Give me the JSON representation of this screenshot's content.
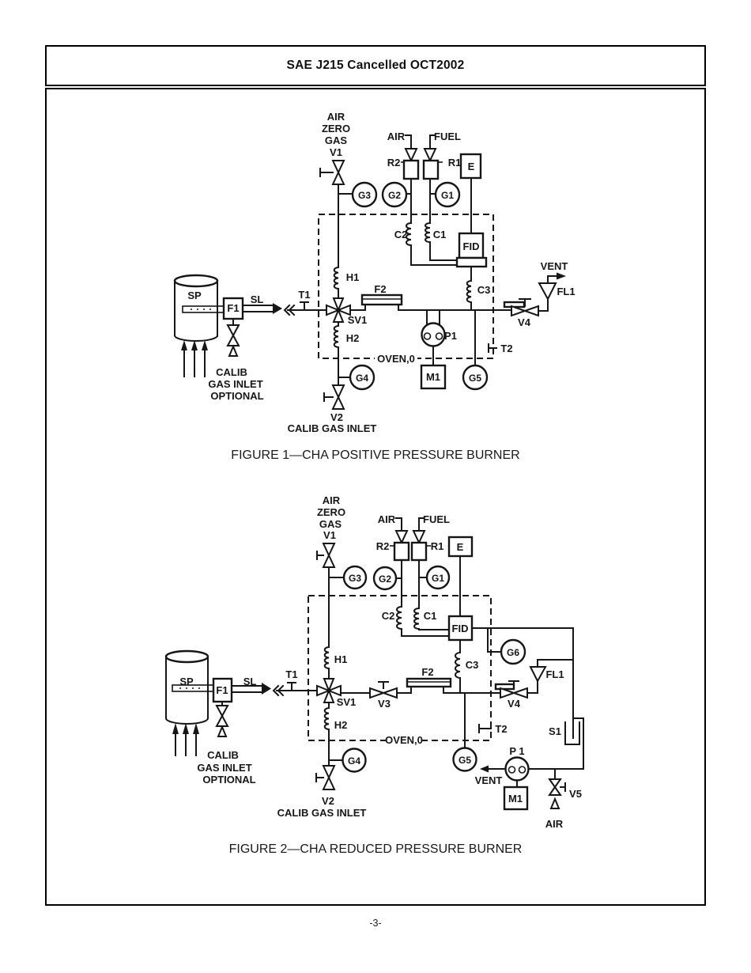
{
  "header": {
    "title": "SAE J215 Cancelled OCT2002"
  },
  "footer": {
    "page_number": "-3-"
  },
  "figure1": {
    "caption": "FIGURE 1—CHA POSITIVE PRESSURE BURNER",
    "labels": {
      "azg1": "AIR",
      "azg2": "ZERO",
      "azg3": "GAS",
      "v1": "V1",
      "air": "AIR",
      "fuel": "FUEL",
      "r2": "R2",
      "r1": "R1",
      "e": "E",
      "g3": "G3",
      "g2": "G2",
      "g1": "G1",
      "c2": "C2",
      "c1": "C1",
      "fid": "FID",
      "sp": "SP",
      "f1": "F1",
      "sl": "SL",
      "t1": "T1",
      "h1": "H1",
      "sv1": "SV1",
      "h2": "H2",
      "f2": "F2",
      "oven": "OVEN,0",
      "t2": "T2",
      "g4": "G4",
      "g5": "G5",
      "m1": "M1",
      "p1": "P1",
      "c3": "C3",
      "v2": "V2",
      "calib_gas_inlet": "CALIB GAS INLET",
      "calib": "CALIB",
      "gas_inlet": "GAS INLET",
      "optional": "OPTIONAL",
      "vent": "VENT",
      "fl1": "FL1",
      "v4": "V4"
    }
  },
  "figure2": {
    "caption": "FIGURE 2—CHA REDUCED PRESSURE BURNER",
    "labels": {
      "azg1": "AIR",
      "azg2": "ZERO",
      "azg3": "GAS",
      "v1": "V1",
      "air": "AIR",
      "fuel": "FUEL",
      "r2": "R2",
      "r1": "R1",
      "e": "E",
      "g3": "G3",
      "g2": "G2",
      "g1": "G1",
      "c2": "C2",
      "c1": "C1",
      "fid": "FID",
      "sp": "SP",
      "f1": "F1",
      "sl": "SL",
      "t1": "T1",
      "h1": "H1",
      "sv1": "SV1",
      "v3": "V3",
      "h2": "H2",
      "f2": "F2",
      "oven": "OVEN,0",
      "t2": "T2",
      "g4": "G4",
      "g5": "G5",
      "g6": "G6",
      "m1": "M1",
      "p1": "P 1",
      "c3": "C3",
      "v2": "V2",
      "calib_gas_inlet": "CALIB GAS INLET",
      "calib": "CALIB",
      "gas_inlet": "GAS INLET",
      "optional": "OPTIONAL",
      "vent": "VENT",
      "fl1": "FL1",
      "v4": "V4",
      "s1": "S1",
      "v5": "V5",
      "air_in": "AIR"
    }
  }
}
